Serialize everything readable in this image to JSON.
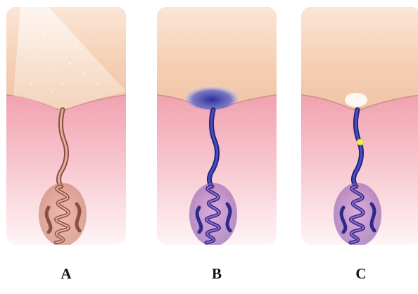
{
  "figure": {
    "panels": [
      {
        "label": "A",
        "duct_color": "#b46a5a",
        "coil_color": "#c8806c",
        "state": "spray applied on skin surface"
      },
      {
        "label": "B",
        "duct_color": "#2c2f8f",
        "coil_color": "#8a5bb0",
        "state": "duct and gland stained blue"
      },
      {
        "label": "C",
        "duct_color": "#2c2f8f",
        "coil_color": "#8a5bb0",
        "state": "duct blocked by yellow plug"
      }
    ],
    "colors": {
      "epidermis": "#f6d3bb",
      "dermis_top": "#ee8c9e",
      "dermis_bottom": "#fbe2e6",
      "spray": "#ffffff",
      "stain": "#3a3aa8",
      "plug": "#f2ea52"
    }
  }
}
